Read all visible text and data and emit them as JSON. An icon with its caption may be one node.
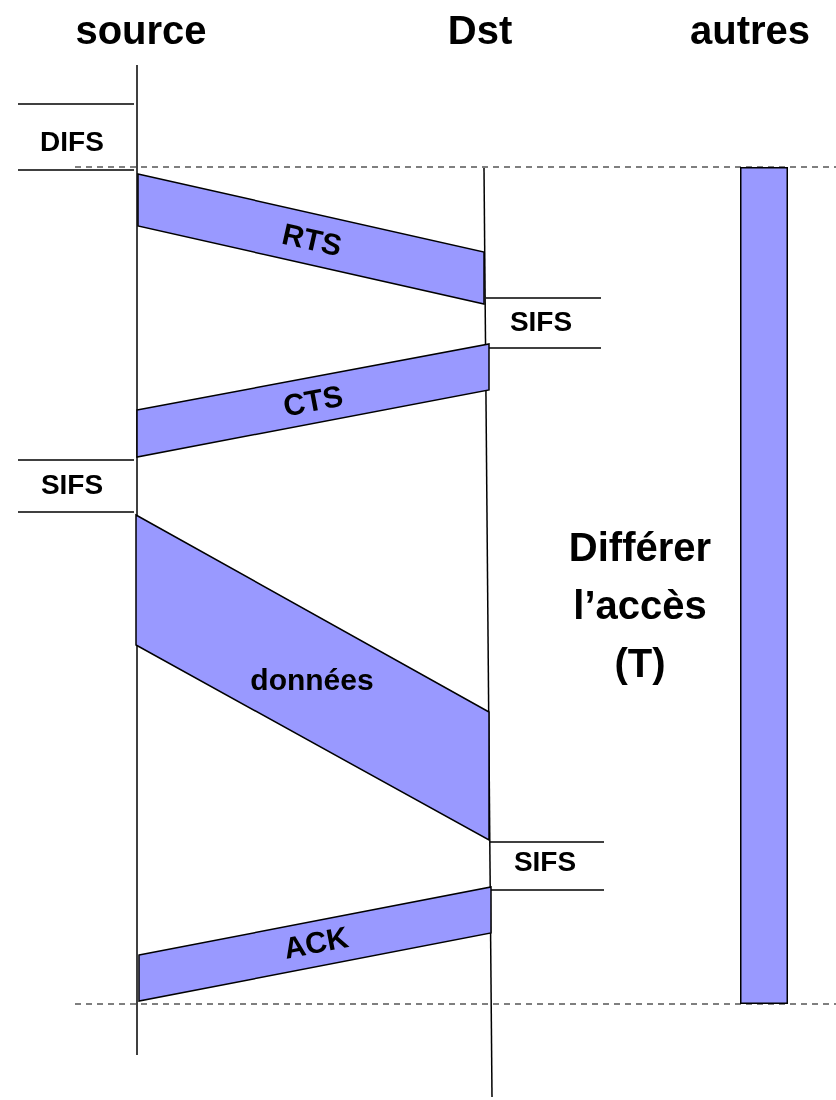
{
  "diagram": {
    "nodes": [
      {
        "text": [
          "RTS"
        ]
      },
      {
        "text": [
          "CTS"
        ]
      },
      {
        "text": [
          "données"
        ]
      },
      {
        "text": [
          "ACK"
        ]
      },
      {
        "text": [],
        "shape": "bar",
        "beside": [
          "Différer l’accès (T)"
        ]
      }
    ],
    "labels": [
      "source",
      "Dst",
      "autres",
      "DIFS",
      "SIFS",
      "SIFS",
      "SIFS"
    ]
  }
}
